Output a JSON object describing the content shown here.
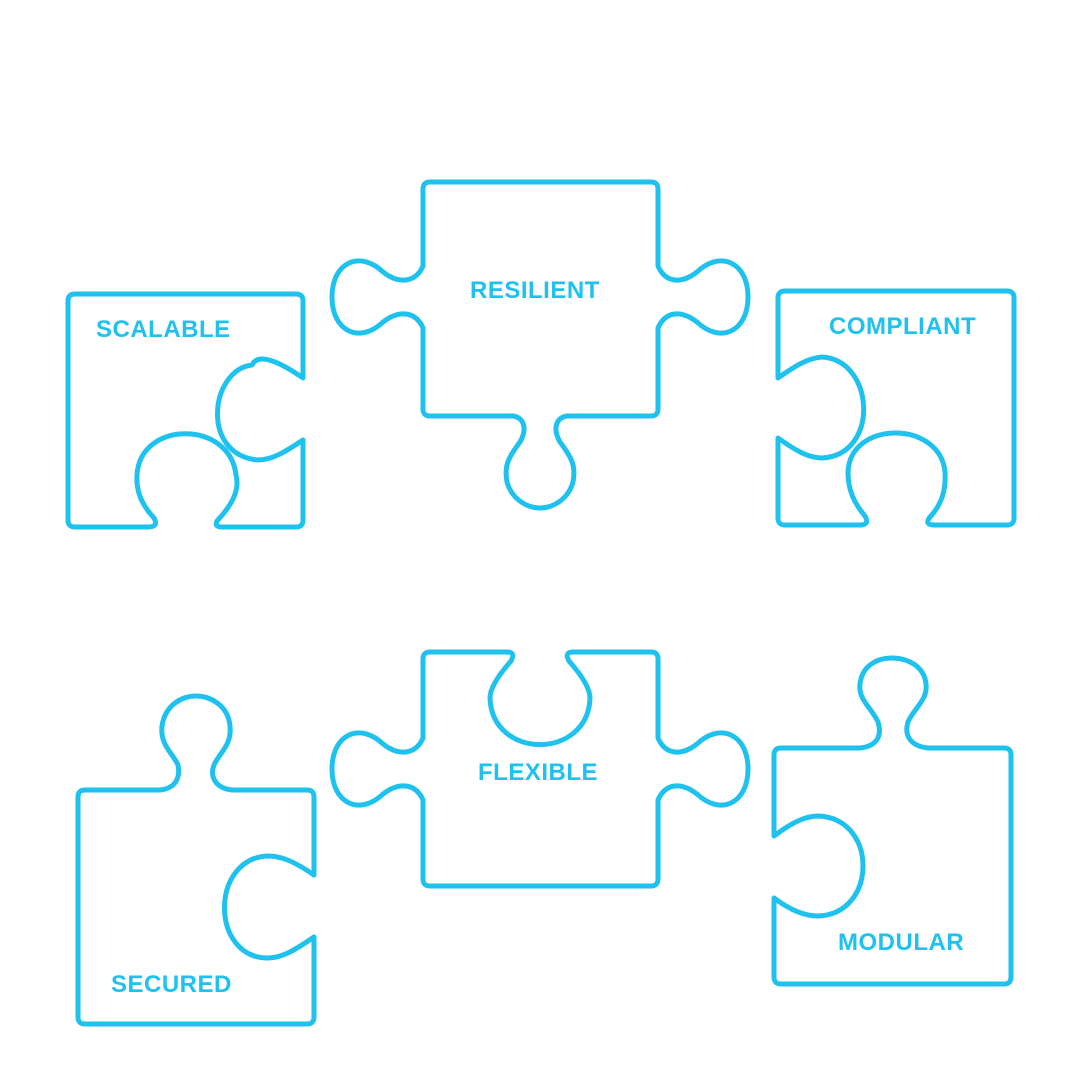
{
  "colors": {
    "accent": "#1fc1ef",
    "background": "#ffffff"
  },
  "pieces": {
    "scalable": {
      "label": "SCALABLE"
    },
    "resilient": {
      "label": "RESILIENT"
    },
    "compliant": {
      "label": "COMPLIANT"
    },
    "secured": {
      "label": "SECURED"
    },
    "flexible": {
      "label": "FLEXIBLE"
    },
    "modular": {
      "label": "MODULAR"
    }
  }
}
